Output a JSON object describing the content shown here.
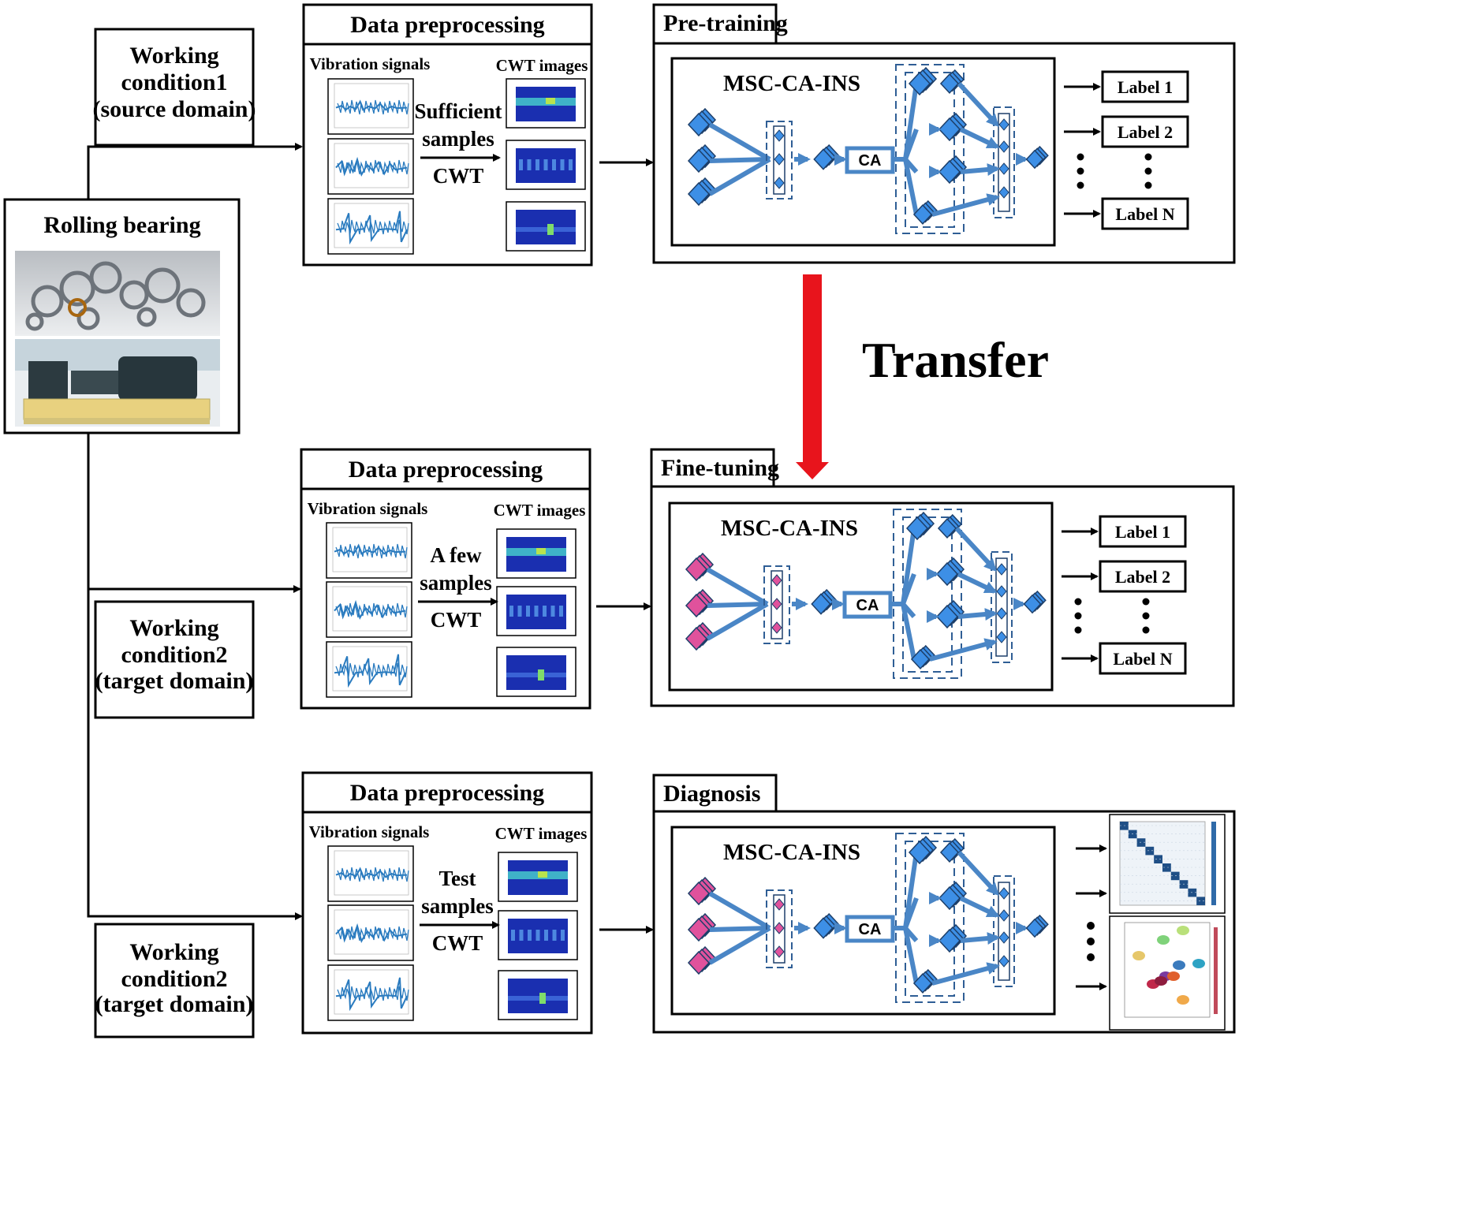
{
  "source": {
    "title_lines": [
      "Working",
      "condition1",
      "(source domain)"
    ]
  },
  "bearing": {
    "title": "Rolling bearing"
  },
  "target1": {
    "title_lines": [
      "Working",
      "condition2",
      "(target domain)"
    ]
  },
  "target2": {
    "title_lines": [
      "Working",
      "condition2",
      "(target domain)"
    ]
  },
  "preprocess": {
    "title": "Data preprocessing",
    "vib_label": "Vibration signals",
    "cwt_label": "CWT images",
    "rows": [
      {
        "sample_lines": [
          "Sufficient",
          "samples"
        ],
        "method": "CWT"
      },
      {
        "sample_lines": [
          "A few",
          "samples"
        ],
        "method": "CWT"
      },
      {
        "sample_lines": [
          "Test",
          "samples"
        ],
        "method": "CWT"
      }
    ]
  },
  "stages": [
    {
      "title": "Pre-training",
      "network": "MSC-CA-INS",
      "ca": "CA",
      "input_color": "#3d8fe6",
      "labels": [
        "Label 1",
        "Label 2",
        "Label N"
      ]
    },
    {
      "title": "Fine-tuning",
      "network": "MSC-CA-INS",
      "ca": "CA",
      "input_color": "#e0529c",
      "labels": [
        "Label 1",
        "Label 2",
        "Label N"
      ]
    },
    {
      "title": "Diagnosis",
      "network": "MSC-CA-INS",
      "ca": "CA",
      "input_color": "#e0529c",
      "labels": []
    }
  ],
  "transfer": {
    "label": "Transfer",
    "color": "#e8141c"
  },
  "colors": {
    "node_blue": "#3d8fe6",
    "node_pink": "#e0529c",
    "arrow_blue": "#4a86c6",
    "dashed": "#2f5e95",
    "signal": "#2a7bbf",
    "cwt_bg": "#1a2fb0"
  }
}
